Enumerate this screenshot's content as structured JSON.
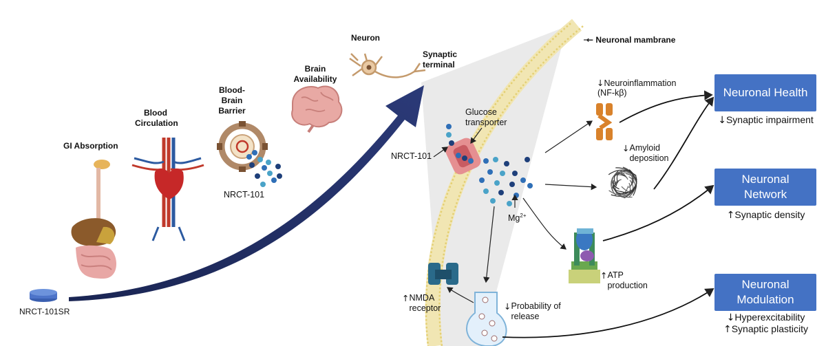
{
  "stages": {
    "gi": "GI Absorption",
    "blood": "Blood Circulation",
    "bbb": "Blood-Brain Barrier",
    "brain": "Brain Availability",
    "neuron": "Neuron",
    "terminal": "Synaptic terminal"
  },
  "labels": {
    "pill": "NRCT-101SR",
    "nrct_bbb": "NRCT-101",
    "nrct_terminal": "NRCT-101",
    "membrane": "Neuronal mambrane",
    "glucose": "Glucose transporter",
    "mg": "Mg",
    "mg_sup": "2+",
    "neuroinflammation": "Neuroinflammation",
    "nfkb": "(NF-kβ)",
    "amyloid": "Amyloid deposition",
    "atp": "ATP production",
    "nmda": "NMDA receptor",
    "probability": "Probability of release"
  },
  "arrows": {
    "up": "↑",
    "down": "↓",
    "left": "←"
  },
  "outcomes": {
    "health": {
      "title": "Neuronal Health",
      "effect": "Synaptic impairment"
    },
    "network": {
      "title": "Neuronal Network",
      "effect": "Synaptic density"
    },
    "modulation": {
      "title": "Neuronal Modulation",
      "effect1": "Hyperexcitability",
      "effect2": "Synaptic plasticity"
    }
  },
  "colors": {
    "box": "#4472c4",
    "big_arrow": "#1f2c5c",
    "membrane": "#f3e7b0",
    "dots_blue": "#2f6fb7",
    "dots_teal": "#4aa3c8"
  }
}
